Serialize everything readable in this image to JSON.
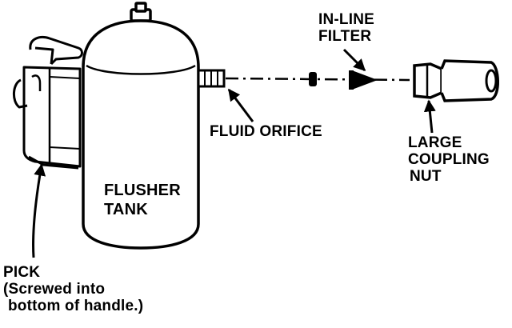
{
  "labels": {
    "inline_filter": [
      "IN-LINE",
      "FILTER"
    ],
    "fluid_orifice": "FLUID ORIFICE",
    "large_coupling_nut": [
      "LARGE",
      "COUPLING",
      "NUT"
    ],
    "flusher_tank": [
      "FLUSHER",
      "TANK"
    ],
    "pick": [
      "PICK",
      "(Screwed into",
      "bottom of handle.)"
    ]
  },
  "colors": {
    "ink": "#000000",
    "paper": "#ffffff"
  }
}
